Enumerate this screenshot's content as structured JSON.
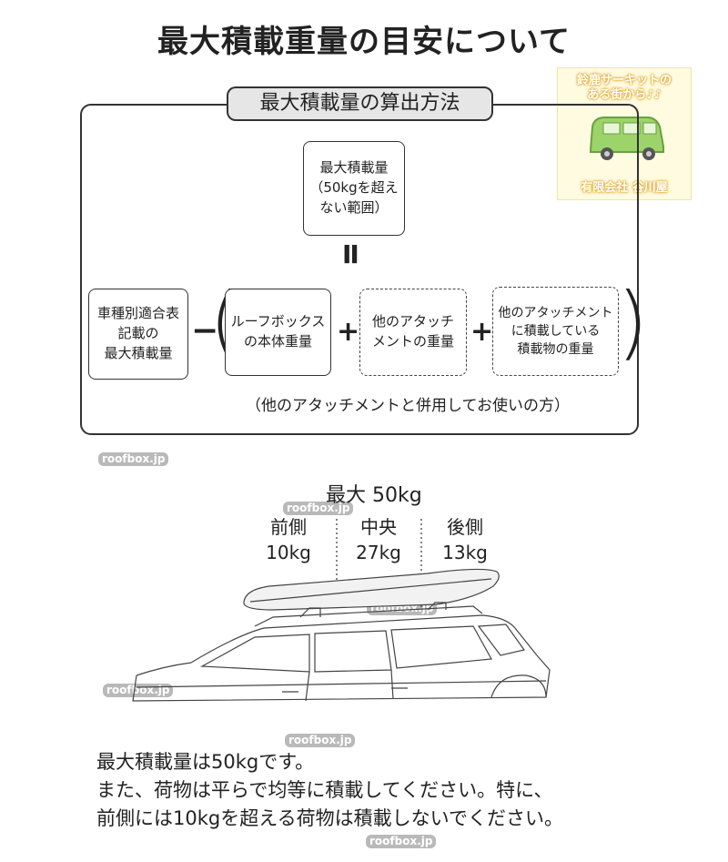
{
  "title": "最大積載重量の目安について",
  "method": {
    "heading": "最大積載量の算出方法",
    "max_load_box": "最大積載量\n（50kgを超え\nない範囲）",
    "equals": "II",
    "vehicle_box": "車種別適合表\n記載の\n最大積載量",
    "minus": "−",
    "roofbox_box": "ルーフボックス\nの本体重量",
    "plus1": "+",
    "attach_box": "他のアタッチ\nメントの重量",
    "plus2": "+",
    "cargo_box": "他のアタッチメント\nに積載している\n積載物の重量",
    "note": "（他のアタッチメントと併用してお使いの方）"
  },
  "weights": {
    "max": "最大 50kg",
    "front_label": "前側",
    "front_value": "10kg",
    "center_label": "中央",
    "center_value": "27kg",
    "rear_label": "後側",
    "rear_value": "13kg"
  },
  "watermark": "roofbox.jp",
  "stamp": {
    "line1": "鈴鹿サーキットの",
    "line2": "ある街から♪♪",
    "company": "有限会社 谷川屋"
  },
  "bottom_text": "最大積載量は50kgです。\nまた、荷物は平らで均等に積載してください。特に、\n前側には10kgを超える荷物は積載しないでください。"
}
